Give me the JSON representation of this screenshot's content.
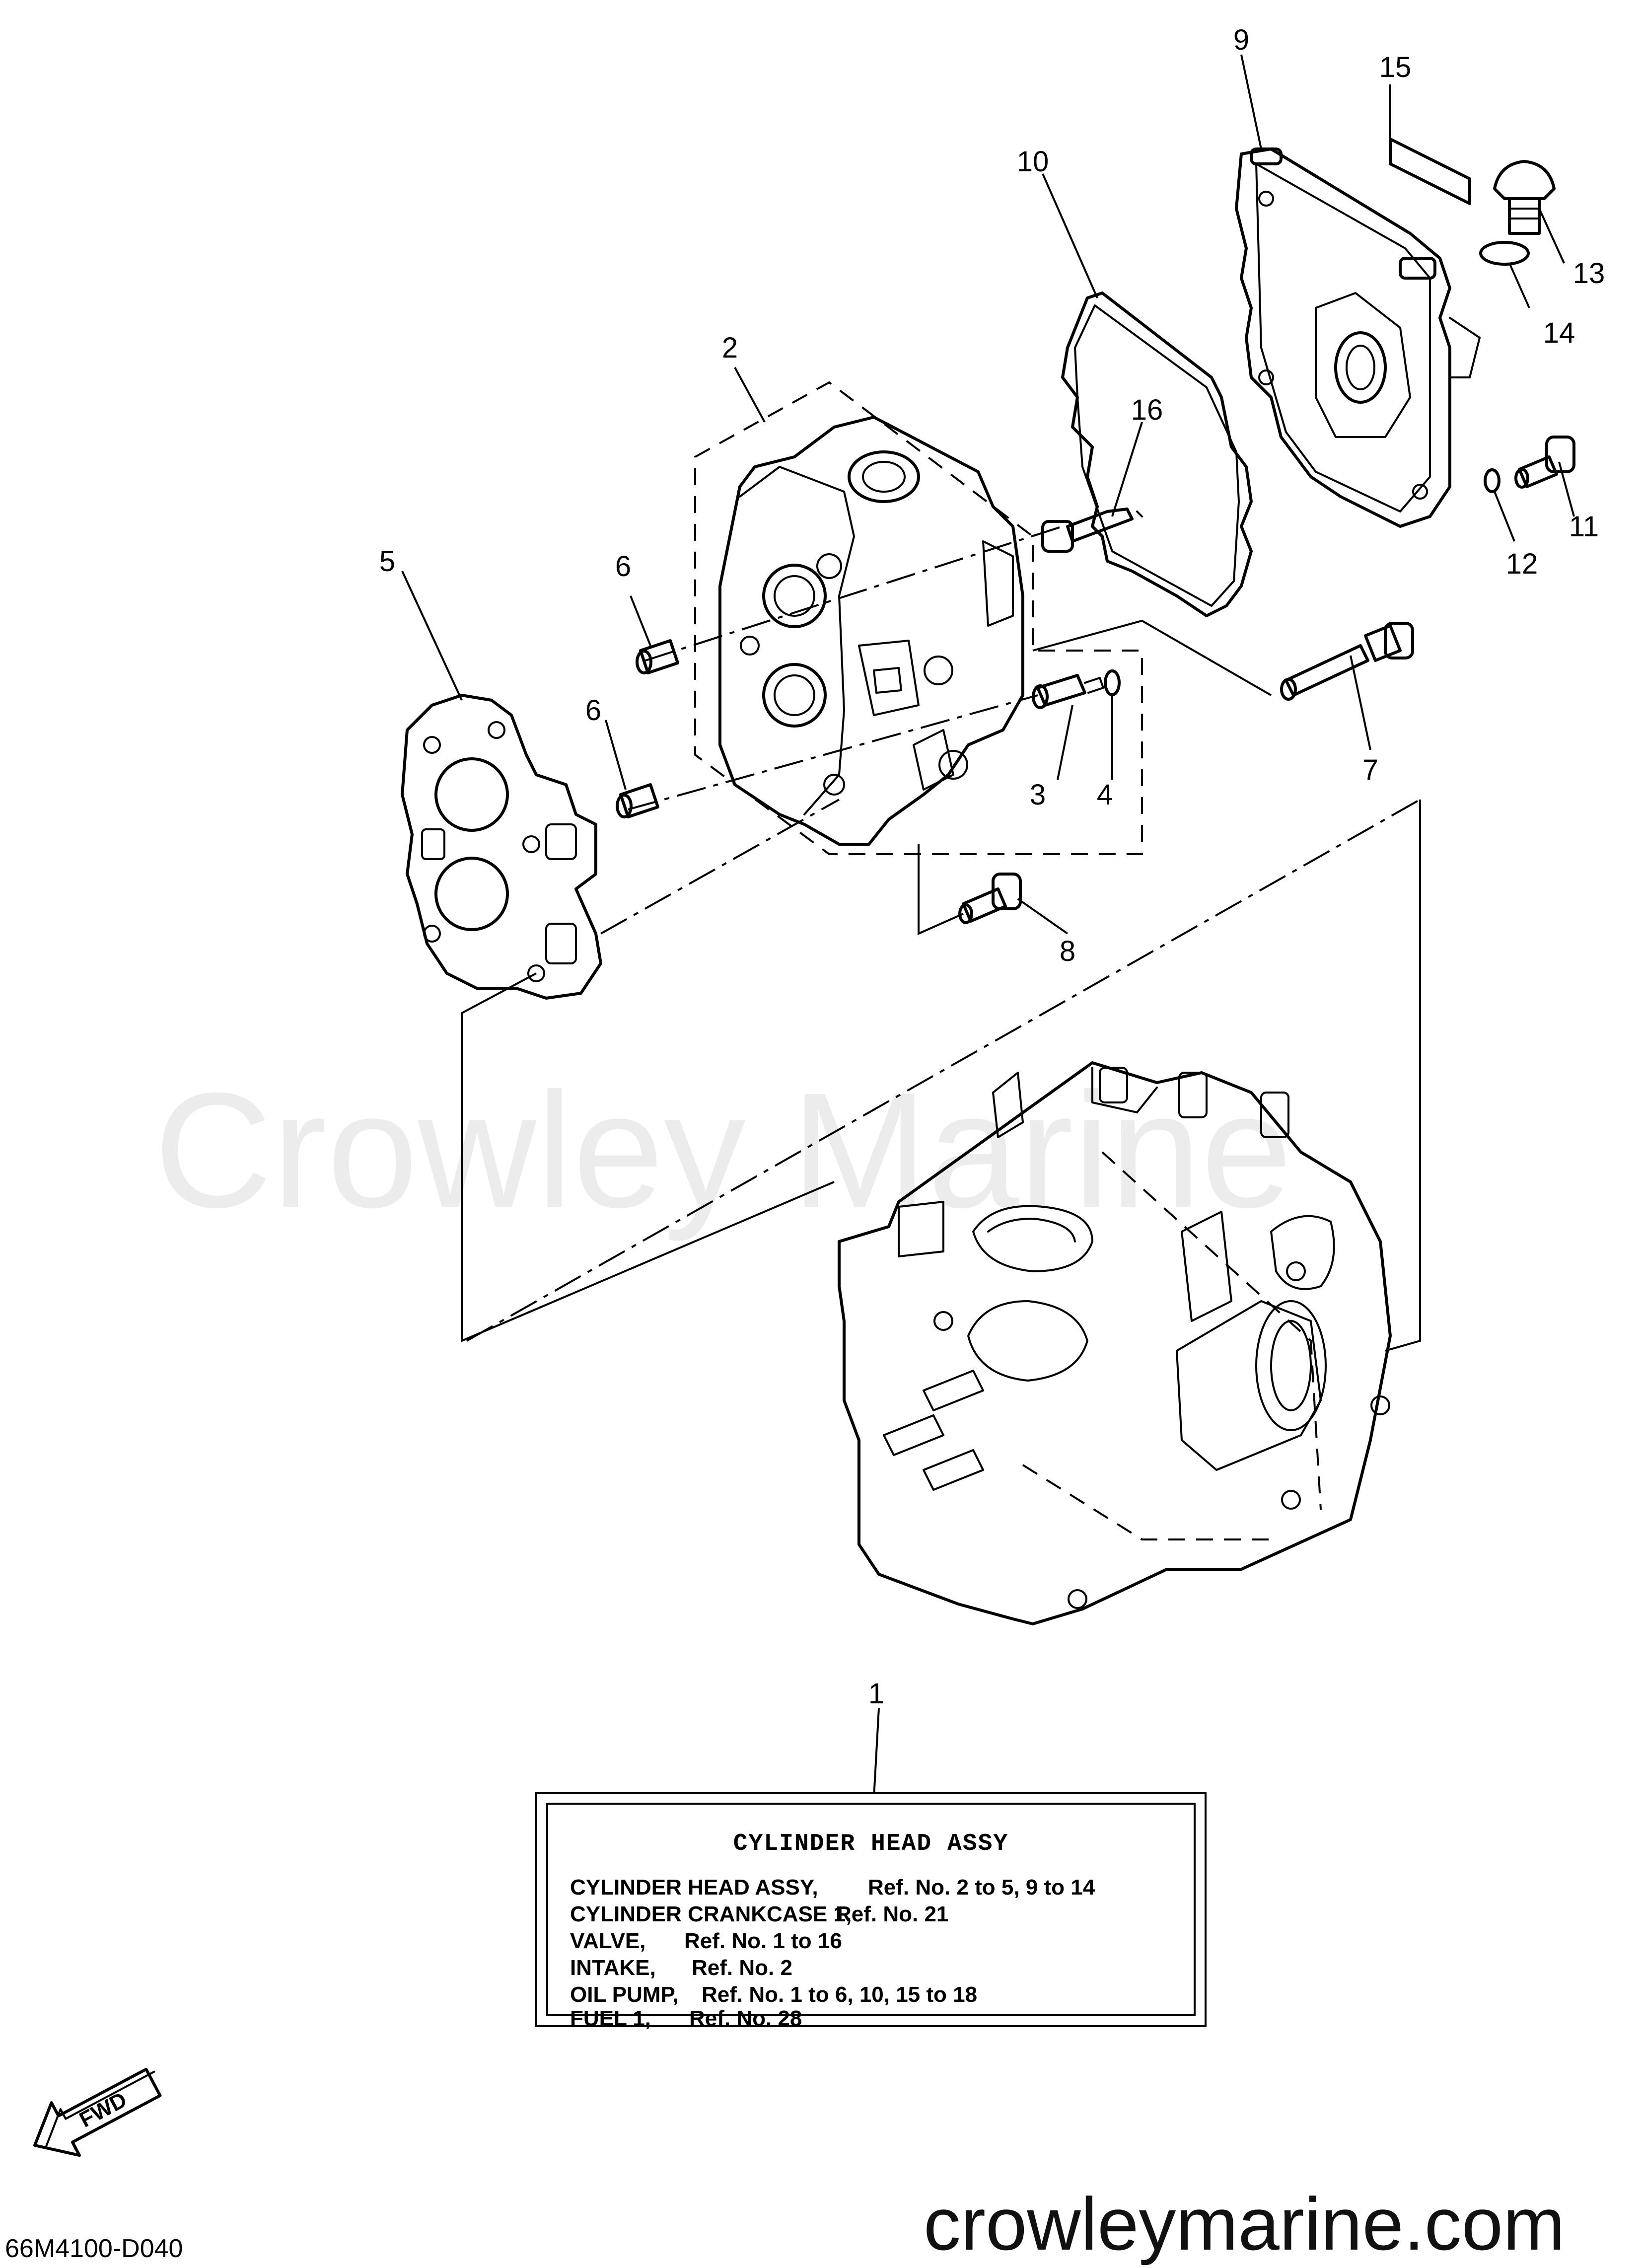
{
  "diagram": {
    "callouts": [
      {
        "id": "1",
        "label": "1"
      },
      {
        "id": "2",
        "label": "2"
      },
      {
        "id": "3",
        "label": "3"
      },
      {
        "id": "4",
        "label": "4"
      },
      {
        "id": "5",
        "label": "5"
      },
      {
        "id": "6a",
        "label": "6"
      },
      {
        "id": "6b",
        "label": "6"
      },
      {
        "id": "7",
        "label": "7"
      },
      {
        "id": "8",
        "label": "8"
      },
      {
        "id": "9",
        "label": "9"
      },
      {
        "id": "10",
        "label": "10"
      },
      {
        "id": "11",
        "label": "11"
      },
      {
        "id": "12",
        "label": "12"
      },
      {
        "id": "13",
        "label": "13"
      },
      {
        "id": "14",
        "label": "14"
      },
      {
        "id": "15",
        "label": "15"
      },
      {
        "id": "16",
        "label": "16"
      }
    ],
    "fwd_label": "FWD",
    "diagram_code": "66M4100-D040",
    "watermark": "Crowley Marine",
    "website": "crowleymarine.com"
  },
  "info_box": {
    "title": "CYLINDER HEAD ASSY",
    "rows": [
      {
        "name": "CYLINDER HEAD ASSY,",
        "ref": "Ref. No. 2 to 5, 9 to 14"
      },
      {
        "name": "CYLINDER CRANKCASE 1,",
        "ref": "Ref. No. 21"
      },
      {
        "name": "VALVE,",
        "ref": "Ref. No. 1 to 16"
      },
      {
        "name": "INTAKE,",
        "ref": "Ref. No. 2"
      },
      {
        "name": "OIL PUMP,",
        "ref": "Ref. No. 1 to 6, 10, 15 to 18"
      },
      {
        "name": "FUEL 1,",
        "ref": "Ref. No. 28"
      }
    ]
  }
}
